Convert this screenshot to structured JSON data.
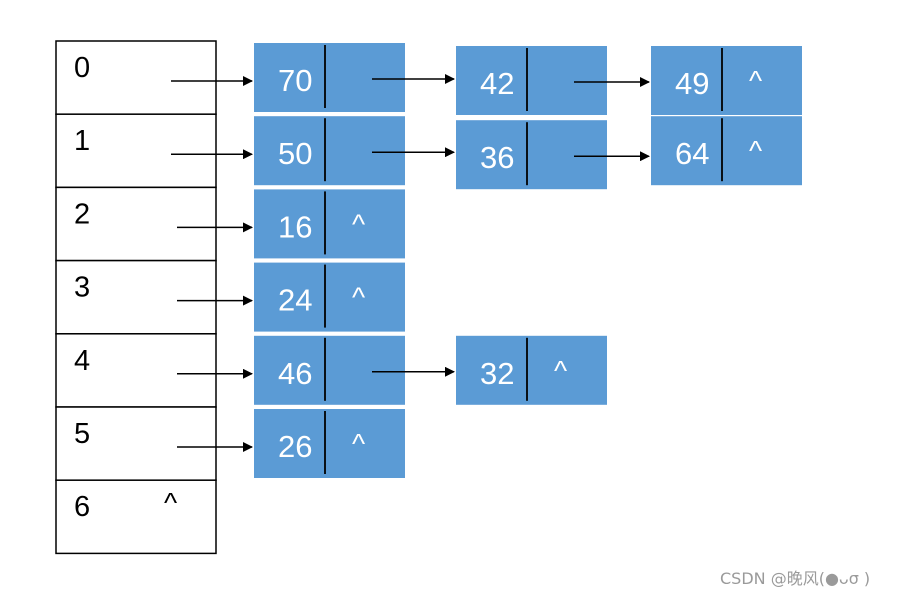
{
  "colors": {
    "node_fill": "#5b9bd5",
    "node_text": "#ffffff",
    "line": "#000000",
    "table_border": "#000000"
  },
  "null_symbol": "^",
  "table": [
    {
      "index": "0",
      "null": false,
      "chain": [
        "70",
        "42",
        "49"
      ]
    },
    {
      "index": "1",
      "null": false,
      "chain": [
        "50",
        "36",
        "64"
      ]
    },
    {
      "index": "2",
      "null": false,
      "chain": [
        "16"
      ]
    },
    {
      "index": "3",
      "null": false,
      "chain": [
        "24"
      ]
    },
    {
      "index": "4",
      "null": false,
      "chain": [
        "46",
        "32"
      ]
    },
    {
      "index": "5",
      "null": false,
      "chain": [
        "26"
      ]
    },
    {
      "index": "6",
      "null": true,
      "chain": []
    }
  ],
  "watermark": "CSDN @晚风(●ᴗσ )"
}
